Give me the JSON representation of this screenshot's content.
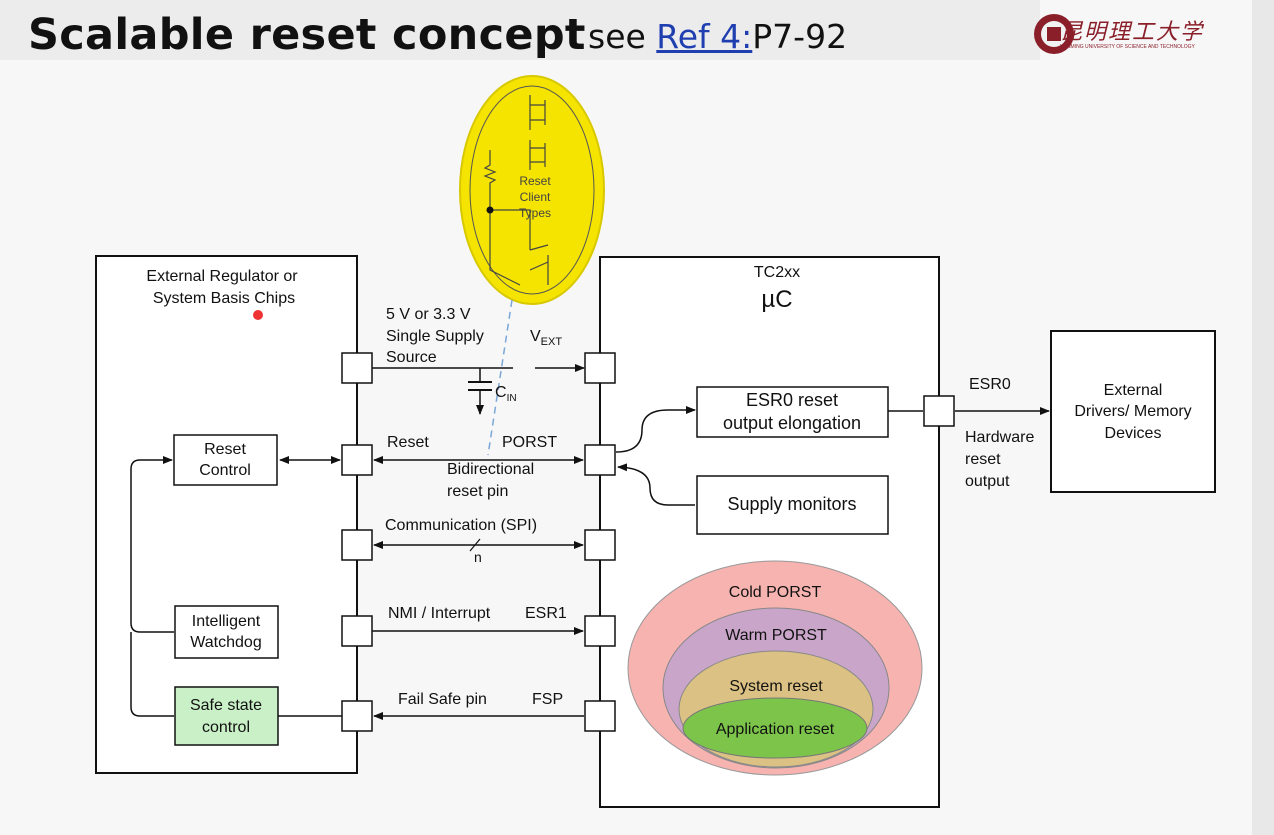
{
  "slide": {
    "title": "Scalable reset concept",
    "see_prefix": "see ",
    "ref_link": "Ref 4:",
    "ref_page": "P7-92",
    "logo_text": "昆明理工大学",
    "logo_subtext": "KUNMING UNIVERSITY OF SCIENCE AND TECHNOLOGY"
  },
  "diagram": {
    "ext_regulator": {
      "line1": "External Regulator or",
      "line2": "System Basis Chips"
    },
    "mcu": {
      "name": "TC2xx",
      "label": "µC"
    },
    "reset_client": {
      "line1": "Reset",
      "line2": "Client",
      "line3": "Types"
    },
    "supply_src": {
      "line1": "5 V or 3.3 V",
      "line2": "Single Supply",
      "line3": "Source"
    },
    "vext": "V",
    "vext_sub": "EXT",
    "cin": "C",
    "cin_sub": "IN",
    "reset_control": {
      "line1": "Reset",
      "line2": "Control"
    },
    "reset_label": "Reset",
    "porst_label": "PORST",
    "bidir": {
      "line1": "Bidirectional",
      "line2": "reset pin"
    },
    "esr0_box": {
      "line1": "ESR0 reset",
      "line2": "output elongation"
    },
    "supply_monitors": "Supply monitors",
    "esr0_label": "ESR0",
    "hw_reset": {
      "line1": "Hardware",
      "line2": "reset",
      "line3": "output"
    },
    "ext_drivers": {
      "line1": "External",
      "line2": "Drivers/ Memory",
      "line3": "Devices"
    },
    "comm": "Communication (SPI)",
    "n_label": "n",
    "watchdog": {
      "line1": "Intelligent",
      "line2": "Watchdog"
    },
    "nmi": "NMI / Interrupt",
    "esr1": "ESR1",
    "safe_state": {
      "line1": "Safe state",
      "line2": "control"
    },
    "fail_safe": "Fail Safe pin",
    "fsp": "FSP",
    "cold_porst": "Cold PORST",
    "warm_porst": "Warm PORST",
    "system_reset": "System reset",
    "app_reset": "Application reset"
  },
  "colors": {
    "yellow_highlight": "#f5e400",
    "cold": "#f7b3b0",
    "warm": "#c9a6c9",
    "system": "#dcc184",
    "app": "#7cc54a",
    "safe_state_fill": "#c9f0c6",
    "logo": "#8a1f2a"
  }
}
